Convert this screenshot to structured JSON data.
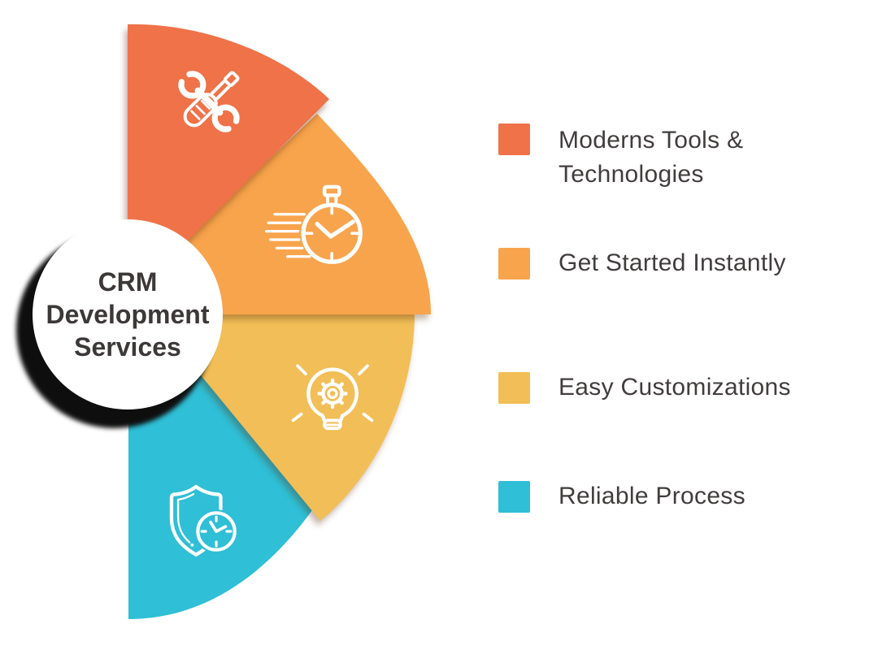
{
  "center_circle": {
    "lines": [
      "CRM",
      "Development",
      "Services"
    ]
  },
  "legend": {
    "items": [
      {
        "label": "Moderns Tools & Technologies",
        "color": "#EF7248",
        "icon": "tools-icon"
      },
      {
        "label": "Get Started Instantly",
        "color": "#F8A44C",
        "icon": "stopwatch-icon"
      },
      {
        "label": "Easy Customizations",
        "color": "#F2BE57",
        "icon": "bulb-gear-icon"
      },
      {
        "label": "Reliable Process",
        "color": "#2FBFD6",
        "icon": "shield-clock-icon"
      }
    ]
  },
  "colors": {
    "background": "#FFFFFF",
    "segment_orange": "#EF7248",
    "segment_amber": "#F8A44C",
    "segment_yellow": "#F2BE57",
    "segment_cyan": "#2FBFD6",
    "label_text": "#423D3D",
    "center_text": "#3D3838",
    "center_circle_fill": "#FFFFFF",
    "center_circle_shadow": "#0E0E0E",
    "icon_stroke": "#FFFFFF"
  }
}
